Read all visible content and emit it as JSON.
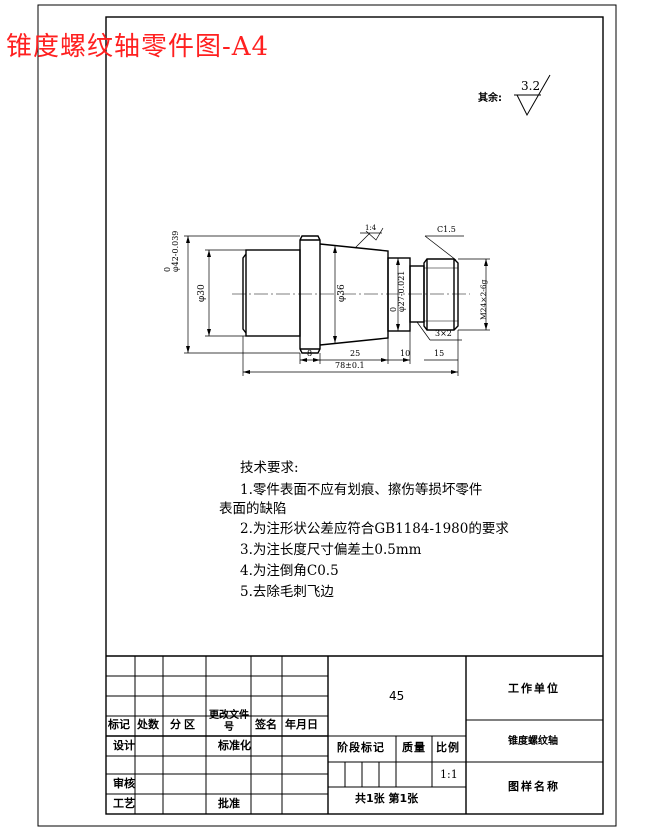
{
  "title": "锥度螺纹轴零件图-A4",
  "roughness": {
    "prefix": "其余:",
    "value": "3.2"
  },
  "dimensions": {
    "left_tol": "0\nφ42-0.039",
    "d_left": "φ30",
    "d_mid": "φ36",
    "d_right_tol": "0\nφ27-0.021",
    "thread": "M24×2-6g",
    "taper": "1:4",
    "chamfer": "C1.5",
    "groove": "3×2",
    "len_8": "8",
    "len_25": "25",
    "len_10": "10",
    "len_15": "15",
    "len_total": "78±0.1"
  },
  "requirements": {
    "heading": "技术要求:",
    "items": [
      "1.零件表面不应有划痕、擦伤等损坏零件",
      "表面的缺陷",
      "2.为注形状公差应符合GB1184-1980的要求",
      "3.为注长度尺寸偏差土0.5mm",
      "4.为注倒角C0.5",
      "5.去除毛刺飞边"
    ]
  },
  "title_block": {
    "rev_headers": [
      "标记",
      "处数",
      "分区",
      "更改文件号",
      "签名",
      "年月日"
    ],
    "design": "设计",
    "standardize": "标准化",
    "review": "审核",
    "process": "工艺",
    "approve": "批准",
    "stage_headers": [
      "阶段标记",
      "质量",
      "比例"
    ],
    "material_number": "45",
    "scale": "1:1",
    "sheets": "共1张 第1张",
    "work_unit": "工作单位",
    "part_name": "锥度螺纹轴",
    "drawing_name": "图样名称"
  }
}
